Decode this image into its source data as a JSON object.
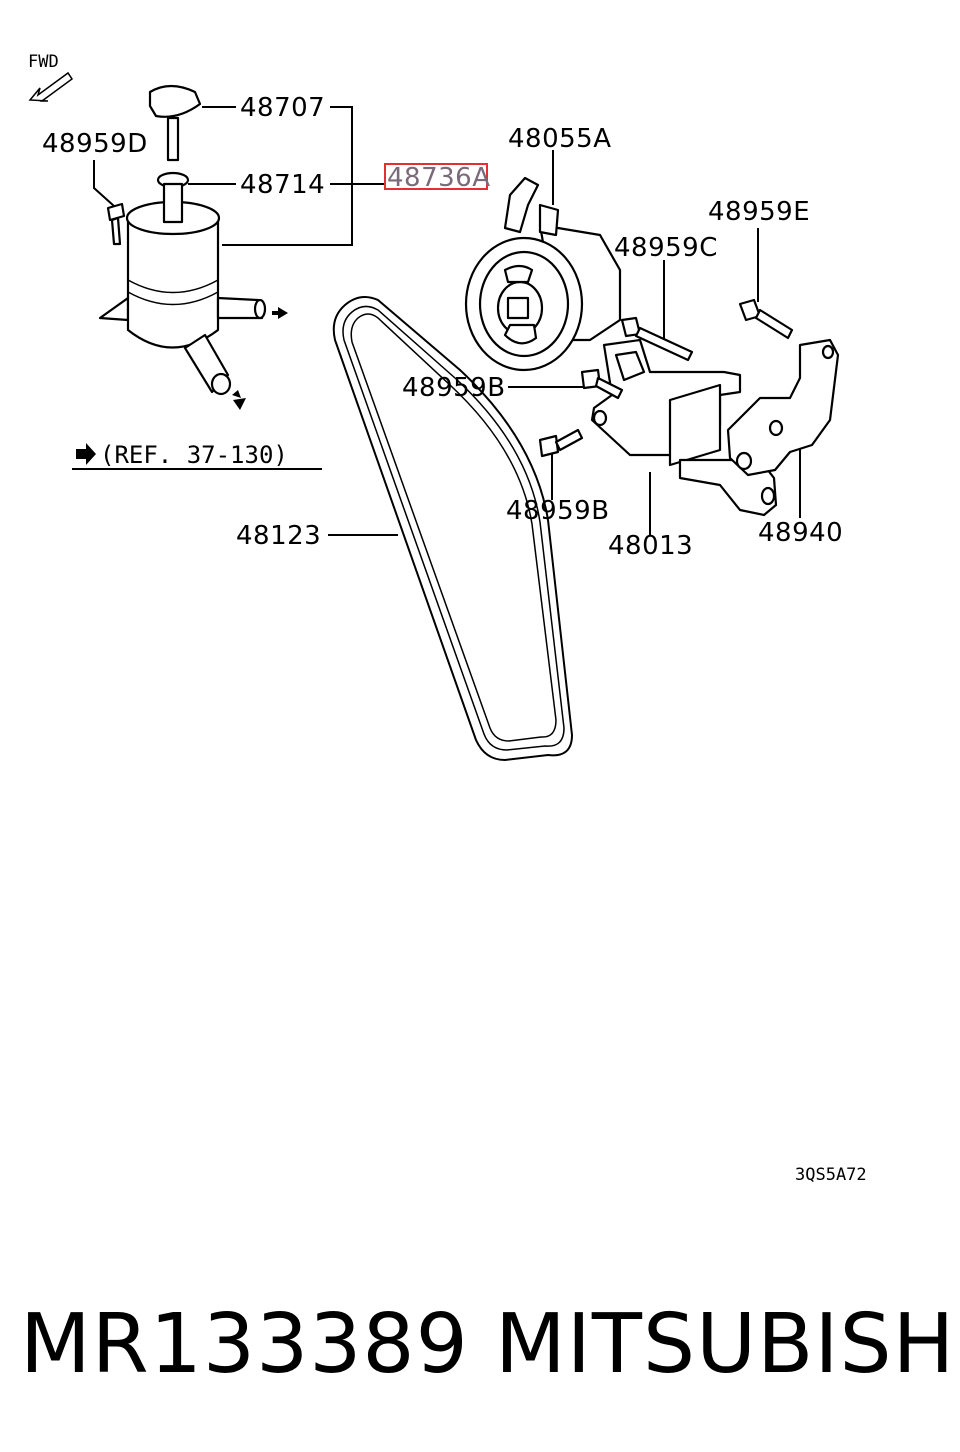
{
  "diagram": {
    "fwd": "FWD",
    "ref": "(REF. 37-130)",
    "code": "3QS5A72",
    "highlight_color": "#e03030",
    "labels": {
      "p48707": "48707",
      "p48959D": "48959D",
      "p48714": "48714",
      "p48736A": "48736A",
      "p48055A": "48055A",
      "p48959E": "48959E",
      "p48959C": "48959C",
      "p48959B_top": "48959B",
      "p48959B_bot": "48959B",
      "p48123": "48123",
      "p48013": "48013",
      "p48940": "48940"
    }
  },
  "footer": {
    "part_number": "MR133389",
    "brand": "MITSUBISHI"
  }
}
